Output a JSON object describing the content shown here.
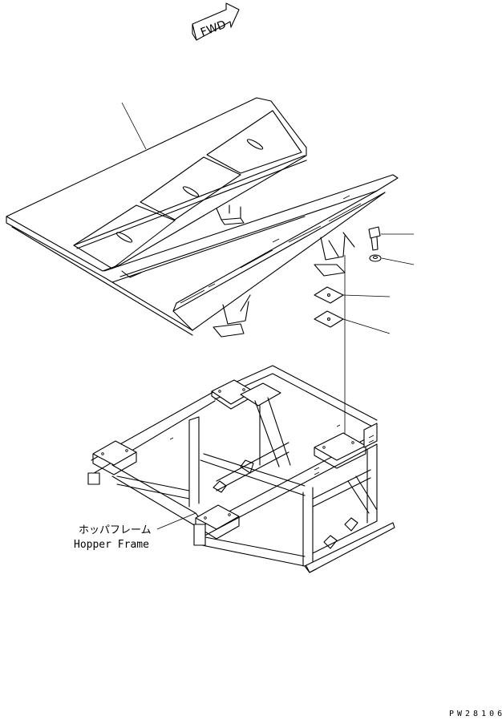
{
  "fwd_label": "FWD",
  "hopper_label_jp": "ホッパフレーム",
  "hopper_label_en": "Hopper Frame",
  "drawing_code": "PW28106"
}
